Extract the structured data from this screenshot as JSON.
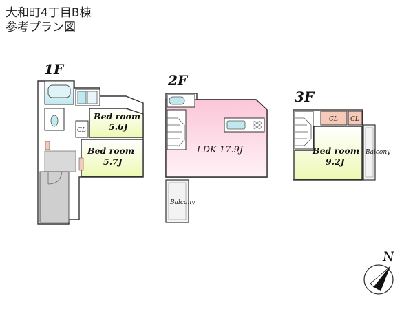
{
  "title": {
    "line1": "大和町4丁目B棟",
    "line2": "参考プラン図"
  },
  "floors": {
    "f1": {
      "label": "1F",
      "bedroom_a": {
        "name": "Bed room",
        "size": "5.6J"
      },
      "bedroom_b": {
        "name": "Bed room",
        "size": "5.7J"
      },
      "closet": "CL"
    },
    "f2": {
      "label": "2F",
      "ldk": "LDK 17.9J",
      "balcony": "Balcony"
    },
    "f3": {
      "label": "3F",
      "bedroom": {
        "name": "Bed room",
        "size": "9.2J"
      },
      "closet_a": "CL",
      "closet_b": "CL",
      "balcony": "Balcony"
    }
  },
  "compass": {
    "label": "N"
  },
  "colors": {
    "bedroom": "#f3fbc4",
    "ldk": "#fcd3e0",
    "closet": "#f7c9b8",
    "bath": "#bfe8ef",
    "hall": "#dcdcdc",
    "wall": "#333333"
  }
}
